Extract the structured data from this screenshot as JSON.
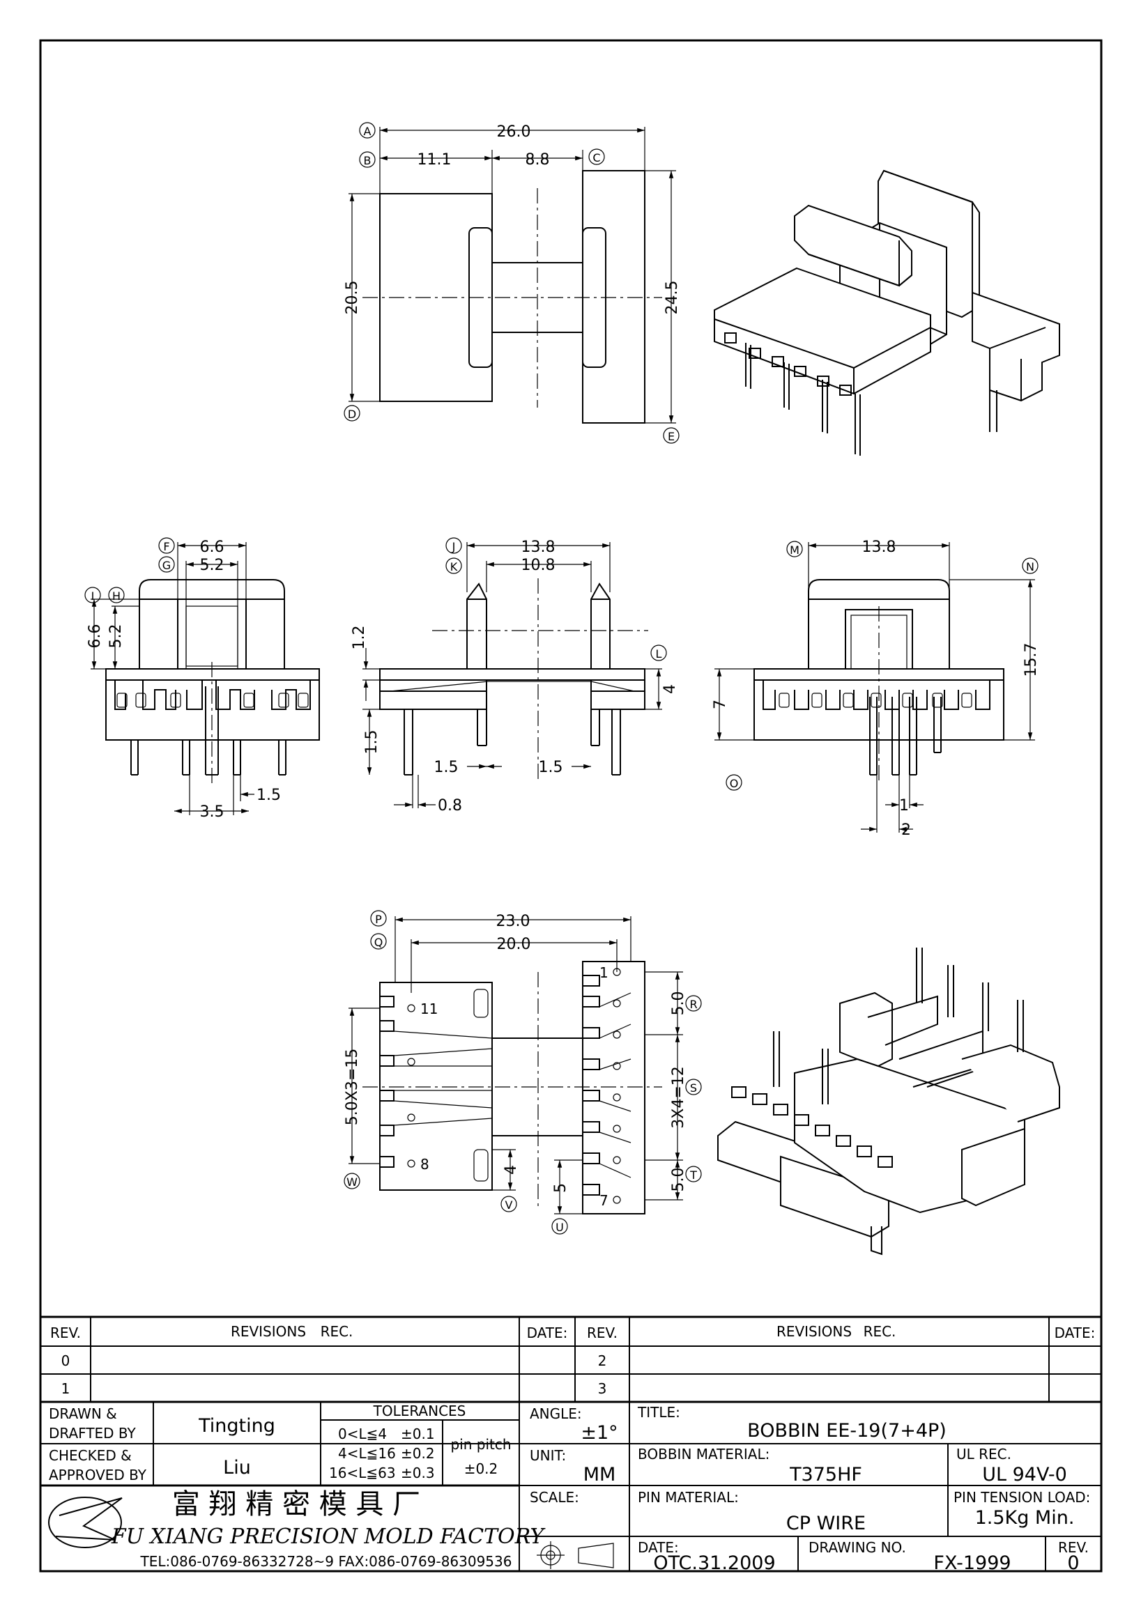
{
  "views": {
    "top": {
      "dims": {
        "overall_width": "26.0",
        "left_flange": "11.1",
        "gap": "8.8",
        "left_height": "20.5",
        "right_height": "24.5"
      },
      "markers": {
        "a": "A",
        "b": "B",
        "c": "C",
        "d": "D",
        "e": "E"
      }
    },
    "front": {
      "dims": {
        "outer": "6.6",
        "inner": "5.2",
        "h_total": "6.6",
        "h_inner": "5.2",
        "pin_gap": "1.5",
        "pin_pitch": "3.5"
      },
      "markers": {
        "f": "F",
        "g": "G",
        "i": "I",
        "h": "H"
      }
    },
    "side": {
      "dims": {
        "flange_outer": "13.8",
        "flange_inner": "10.8",
        "top_thk": "1.2",
        "base_h": "4",
        "pin_len": "1.5",
        "left_off": "1.5",
        "right_off": "1.5",
        "pin_dia": "0.8"
      },
      "markers": {
        "j": "J",
        "k": "K",
        "l": "L"
      }
    },
    "right": {
      "dims": {
        "width": "13.8",
        "height": "15.7",
        "base": "7",
        "pin_w": "1",
        "pin_pitch": "2"
      },
      "markers": {
        "m": "M",
        "n": "N",
        "o": "O"
      }
    },
    "bottom": {
      "dims": {
        "overall": "23.0",
        "inner": "20.0",
        "left_span": "5.0X3=15",
        "right_pitch_top": "5.0",
        "right_span": "3X4=12",
        "right_pitch_bot": "5.0",
        "slot_h": "4",
        "slot_off": "5"
      },
      "pins": {
        "p1": "1",
        "p7": "7",
        "p8": "8",
        "p11": "11"
      },
      "markers": {
        "p": "P",
        "q": "Q",
        "r": "R",
        "s": "S",
        "t": "T",
        "u": "U",
        "v": "V",
        "w": "W"
      }
    }
  },
  "title_block": {
    "rev_header": "REV.",
    "revisions_header": "REVISIONS",
    "rec_header": "REC.",
    "date_header": "DATE:",
    "rev_rows_left": [
      "0",
      "1"
    ],
    "rev_rows_right": [
      "2",
      "3"
    ],
    "drawn_label_1": "DRAWN &",
    "drawn_label_2": "DRAFTED BY",
    "drawn_by": "Tingting",
    "checked_label_1": "CHECKED &",
    "checked_label_2": "APPROVED BY",
    "checked_by": "Liu",
    "tolerances_label": "TOLERANCES",
    "tol_rows": [
      {
        "range": "0<L≦4",
        "value": "±0.1"
      },
      {
        "range": "4<L≦16",
        "value": "±0.2"
      },
      {
        "range": "16<L≦63",
        "value": "±0.3"
      }
    ],
    "pin_pitch_label": "pin pitch",
    "pin_pitch_tol": "±0.2",
    "angle_label": "ANGLE:",
    "angle_value": "±1°",
    "unit_label": "UNIT:",
    "unit_value": "MM",
    "scale_label": "SCALE:",
    "title_label": "TITLE:",
    "title_value": "BOBBIN  EE-19(7+4P)",
    "bobbin_material_label": "BOBBIN MATERIAL:",
    "bobbin_material": "T375HF",
    "ul_rec_label": "UL REC.",
    "ul_rec": "UL  94V-0",
    "pin_material_label": "PIN MATERIAL:",
    "pin_material": "CP  WIRE",
    "pin_tension_label": "PIN TENSION LOAD:",
    "pin_tension": "1.5Kg  Min.",
    "date_label": "DATE:",
    "date_value": "OTC.31.2009",
    "drawing_no_label": "DRAWING NO.",
    "drawing_no": "FX-1999",
    "rev_label": "REV.",
    "rev_value": "0",
    "company_cn": "富 翔 精 密 模 具 厂",
    "company_en": "FU XIANG PRECISION MOLD FACTORY",
    "company_contact": "TEL:086-0769-86332728~9   FAX:086-0769-86309536"
  }
}
